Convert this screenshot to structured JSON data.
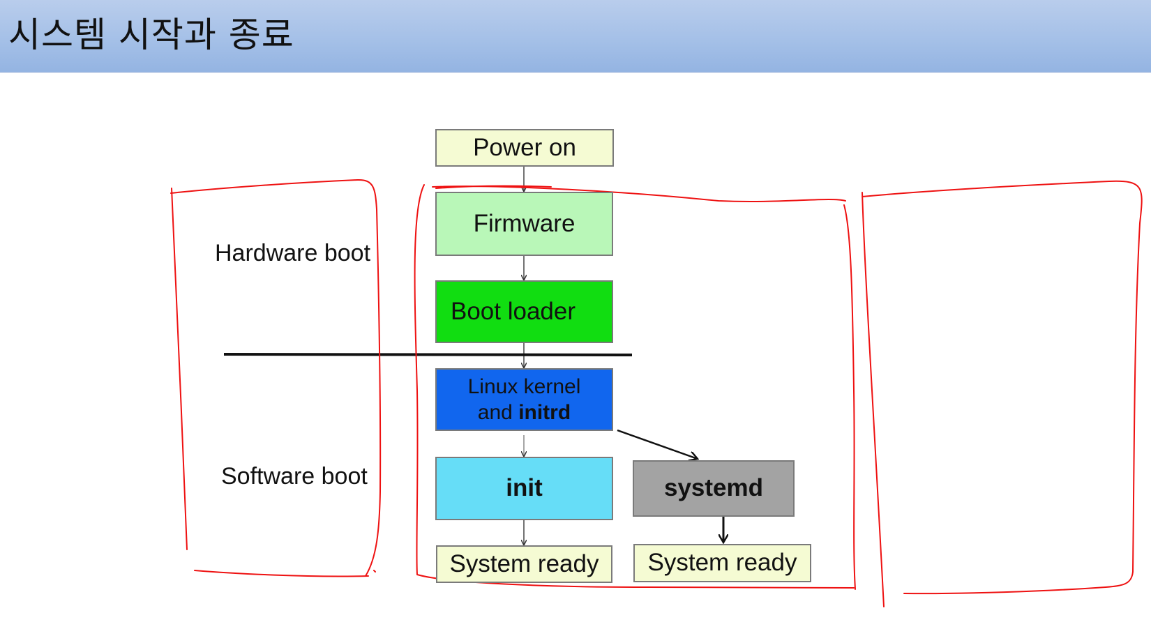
{
  "slide": {
    "title": "시스템 시작과 종료"
  },
  "labels": {
    "hardware_boot": "Hardware boot",
    "software_boot": "Software boot"
  },
  "nodes": {
    "power_on": "Power on",
    "firmware": "Firmware",
    "boot_loader": "Boot loader",
    "kernel_line1": "Linux kernel",
    "kernel_and": "and ",
    "kernel_initrd": "initrd",
    "init": "init",
    "systemd": "systemd",
    "ready_left": "System ready",
    "ready_right": "System ready"
  },
  "colors": {
    "title_bar": "#a3bfe7",
    "power_on": "#f5fbd3",
    "firmware": "#b9f7b8",
    "boot_loader": "#11dd11",
    "kernel": "#1166ee",
    "init": "#66ddf7",
    "systemd": "#a3a3a3",
    "system_ready": "#f5fbd3",
    "annotation": "#ee1111"
  }
}
